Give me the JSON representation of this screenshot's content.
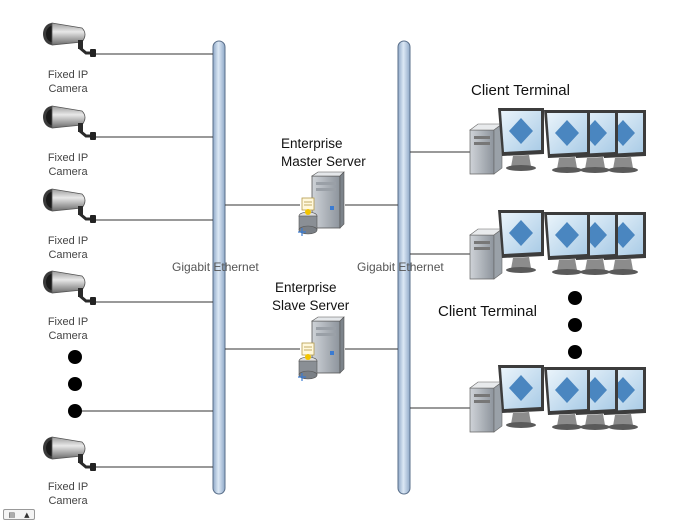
{
  "camera_label": [
    "Fixed IP",
    "Camera"
  ],
  "buses": [
    {
      "label": "Gigabit Ethernet"
    },
    {
      "label": "Gigabit Ethernet"
    }
  ],
  "servers": [
    {
      "label_lines": [
        "Enterprise",
        "Master Server"
      ]
    },
    {
      "label_lines": [
        "Enterprise",
        "Slave Server"
      ]
    }
  ],
  "client_terminal_labels": [
    "Client Terminal",
    "Client Terminal"
  ],
  "colors": {
    "bus_fill": "#b8cce4",
    "bus_stroke": "#5a6f8a",
    "line": "#333333",
    "monitor_screen": "#c9e1f2",
    "text": "#111111"
  }
}
